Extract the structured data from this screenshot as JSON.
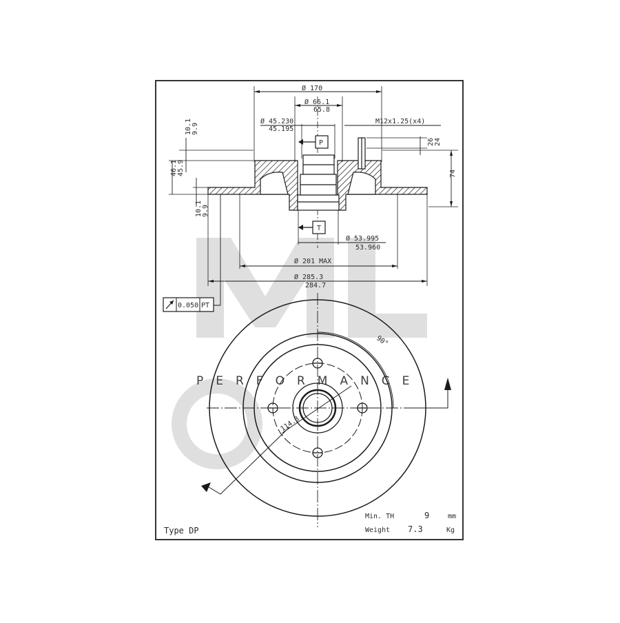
{
  "drawing": {
    "type_label": "Type DP",
    "min_thickness": {
      "label": "Min. TH",
      "value": "9",
      "unit": "mm"
    },
    "weight": {
      "label": "Weight",
      "value": "7.3",
      "unit": "Kg"
    },
    "watermark": {
      "text": "PERFORMANCE",
      "logo": "ML",
      "color": "#d9d9d9"
    }
  },
  "dimensions": {
    "overall_hub_dia": "Ø 170",
    "pilot_dia_max": "Ø 66.1",
    "pilot_dia_min": "65.8",
    "bore_dia_max": "Ø 45.230",
    "bore_dia_min": "45.195",
    "thread": "M12x1.25(x4)",
    "stud_height_max": "26",
    "stud_height_min": "24",
    "total_height": "74",
    "top_offset_max": "10.1",
    "top_offset_min": "9.9",
    "hat_height_max": "46.1",
    "hat_height_min": "45.9",
    "disc_thickness_max": "10.1",
    "disc_thickness_min": "9.9",
    "bearing_dia_max": "Ø 53.995",
    "bearing_dia_min": "53.960",
    "inner_dia_max": "Ø 201 MAX",
    "outer_dia_max": "Ø 285.3",
    "outer_dia_min": "284.7",
    "pcd": "114.3",
    "angle": "90°",
    "datum_p": "P",
    "datum_t": "T",
    "runout_tolerance": "0.050",
    "runout_datum": "PT"
  },
  "colors": {
    "line": "#1a1a1a",
    "frame": "#333333",
    "background": "#ffffff",
    "watermark": "#d6d6d6"
  }
}
